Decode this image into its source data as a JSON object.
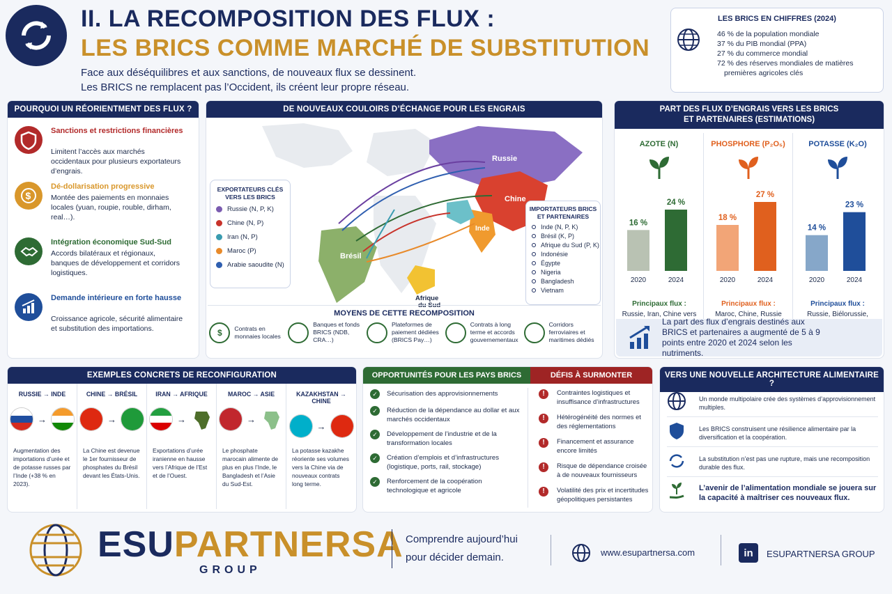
{
  "header": {
    "title1": "II. LA RECOMPOSITION DES FLUX :",
    "title2": "LES BRICS COMME MARCHÉ DE SUBSTITUTION",
    "sub1": "Face aux déséquilibres et aux sanctions, de nouveaux flux se dessinent.",
    "sub2": "Les BRICS ne remplacent pas l’Occident, ils créent leur propre réseau.",
    "icon": "refresh-cycle-icon"
  },
  "stats": {
    "title": "LES BRICS EN CHIFFRES (2024)",
    "items": [
      "46 % de la population mondiale",
      "37 % du PIB mondial (PPA)",
      "27 % du commerce mondial",
      "72 % des réserves mondiales de matières premières agricoles clés"
    ]
  },
  "why": {
    "title": "POURQUOI UN RÉORIENTMENT DES FLUX ?",
    "items": [
      {
        "t": "Sanctions et restrictions financières",
        "d": "Limitent l’accès aux marchés occidentaux pour plusieurs exportateurs d’engrais.",
        "color": "#b22a2a",
        "icon": "shield-icon"
      },
      {
        "t": "Dé-dollarisation progressive",
        "d": "Montée des paiements en monnaies locales (yuan, roupie, rouble, dirham, real…).",
        "color": "#d9972b",
        "icon": "dollar-coin-icon"
      },
      {
        "t": "Intégration économique Sud-Sud",
        "d": "Accords bilatéraux et régionaux, banques de développement et corridors logistiques.",
        "color": "#2e6b34",
        "icon": "handshake-icon"
      },
      {
        "t": "Demande intérieure en forte hausse",
        "d": "Croissance agricole, sécurité alimentaire et substitution des importations.",
        "color": "#1f4e9a",
        "icon": "growth-chart-icon"
      }
    ]
  },
  "map": {
    "title": "DE NOUVEAUX COULOIRS D’ÉCHANGE POUR LES ENGRAIS",
    "labels": {
      "russia": "Russie",
      "china": "Chine",
      "india": "Inde",
      "brazil": "Brésil",
      "africa1": "Afrique",
      "africa2": "du Sud"
    },
    "exporters_title": "EXPORTATEURS CLÉS VERS LES BRICS",
    "exporters": [
      {
        "n": "Russie (N, P, K)",
        "c": "#7a5bb0"
      },
      {
        "n": "Chine (N, P)",
        "c": "#c8332b"
      },
      {
        "n": "Iran (N, P)",
        "c": "#3a9cb0"
      },
      {
        "n": "Maroc (P)",
        "c": "#e88a2a"
      },
      {
        "n": "Arabie saoudite (N)",
        "c": "#2f5fb0"
      }
    ],
    "importers_title": "IMPORTATEURS BRICS ET PARTENAIRES",
    "importers": [
      "Inde (N, P, K)",
      "Brésil (K, P)",
      "Afrique du Sud (P, K)",
      "Indonésie",
      "Égypte",
      "Nigeria",
      "Bangladesh",
      "Vietnam"
    ]
  },
  "means": {
    "title": "MOYENS DE CETTE RECOMPOSITION",
    "items": [
      {
        "t": "Contrats en monnaies locales",
        "icon": "local-currency-icon"
      },
      {
        "t": "Banques et fonds BRICS (NDB, CRA…)",
        "icon": "bank-icon"
      },
      {
        "t": "Plateformes de paiement dédiées (BRICS Pay…)",
        "icon": "payment-network-icon"
      },
      {
        "t": "Contrats à long terme et accords gouvernementaux",
        "icon": "government-icon"
      },
      {
        "t": "Corridors ferroviaires et maritimes dédiés",
        "icon": "train-icon"
      }
    ]
  },
  "share": {
    "title1": "PART DES FLUX D’ENGRAIS VERS LES BRICS",
    "title2": "ET PARTENAIRES (ESTIMATIONS)",
    "groups": [
      {
        "name": "AZOTE (N)",
        "c": "#2e6b34",
        "light": "#b9c2b3",
        "icon": "leaf-sprout-icon",
        "flows_t": "Principaux flux :",
        "flows": "Russie, Iran, Chine vers Inde, Brésil, Afrique, Asie du Sud"
      },
      {
        "name": "PHOSPHORE (P₂O₅)",
        "c": "#e0601e",
        "light": "#f2a577",
        "icon": "tree-sprout-icon",
        "flows_t": "Principaux flux :",
        "flows": "Maroc, Chine, Russie vers Inde, Brésil, Afrique, Asie du Sud"
      },
      {
        "name": "POTASSE (K₂O)",
        "c": "#1f4e9a",
        "light": "#86a7c9",
        "icon": "plant-icon",
        "flows_t": "Principaux flux :",
        "flows": "Russie, Biélorussie, Canada (via Asie) vers Brésil, Inde, Chine"
      }
    ],
    "note": "La part des flux d’engrais destinés aux BRICS et partenaires a augmenté de 5 à 9 points entre 2020 et 2024 selon les nutriments."
  },
  "chart_data": {
    "type": "bar",
    "categories": [
      "2020",
      "2024"
    ],
    "series": [
      {
        "name": "AZOTE (N)",
        "values": [
          16,
          24
        ],
        "labels": [
          "16 %",
          "24 %"
        ]
      },
      {
        "name": "PHOSPHORE (P₂O₅)",
        "values": [
          18,
          27
        ],
        "labels": [
          "18 %",
          "27 %"
        ]
      },
      {
        "name": "POTASSE (K₂O)",
        "values": [
          14,
          23
        ],
        "labels": [
          "14 %",
          "23 %"
        ]
      }
    ],
    "ylim": [
      0,
      30
    ]
  },
  "examples": {
    "title": "EXEMPLES CONCRETS DE RECONFIGURATION",
    "items": [
      {
        "route": "RUSSIE → INDE",
        "d": "Augmentation des importations d’urée et de potasse russes par l’Inde (+38 % en 2023).",
        "f1": "russia-flag",
        "f2": "india-flag"
      },
      {
        "route": "CHINE → BRÉSIL",
        "d": "La Chine est devenue le 1er fournisseur de phosphates du Brésil devant les États-Unis.",
        "f1": "china-flag",
        "f2": "brazil-flag"
      },
      {
        "route": "IRAN → AFRIQUE",
        "d": "Exportations d’urée iranienne en hausse vers l’Afrique de l’Est et de l’Ouest.",
        "f1": "iran-flag",
        "f2": "africa-map"
      },
      {
        "route": "MAROC → ASIE",
        "d": "Le phosphate marocain alimente de plus en plus l’Inde, le Bangladesh et l’Asie du Sud-Est.",
        "f1": "morocco-flag",
        "f2": "asia-map"
      },
      {
        "route": "KAZAKHSTAN → CHINE",
        "d": "La potasse kazakhe réoriente ses volumes vers la Chine via de nouveaux contrats long terme.",
        "f1": "kazakhstan-flag",
        "f2": "china-flag"
      }
    ]
  },
  "opp": {
    "title": "OPPORTUNITÉS POUR LES PAYS BRICS",
    "items": [
      "Sécurisation des approvisionnements",
      "Réduction de la dépendance au dollar et aux marchés occidentaux",
      "Développement de l’industrie et de la transformation locales",
      "Création d’emplois et d’infrastructures (logistique, ports, rail, stockage)",
      "Renforcement de la coopération technologique et agricole"
    ]
  },
  "chal": {
    "title": "DÉFIS À SURMONTER",
    "items": [
      "Contraintes logistiques et insuffisance d’infrastructures",
      "Hétérogénéité des normes et des réglementations",
      "Financement et assurance encore limités",
      "Risque de dépendance croisée à de nouveaux fournisseurs",
      "Volatilité des prix et incertitudes géopolitiques persistantes"
    ]
  },
  "arch": {
    "title": "VERS UNE NOUVELLE ARCHITECTURE ALIMENTAIRE ?",
    "items": [
      {
        "t": "Un monde multipolaire crée des systèmes d’approvisionnement multiples.",
        "icon": "globe-icon"
      },
      {
        "t": "Les BRICS construisent une résilience alimentaire par la diversification et la coopération.",
        "icon": "shield-icon"
      },
      {
        "t": "La substitution n’est pas une rupture, mais une recomposition durable des flux.",
        "icon": "refresh-icon"
      },
      {
        "t": "L’avenir de l’alimentation mondiale se jouera sur la capacité à maîtriser ces nouveaux flux.",
        "icon": "hand-plant-icon"
      }
    ]
  },
  "footer": {
    "brand1": "ESU",
    "brand2": "PARTNERSA",
    "group": "GROUP",
    "tag1": "Comprendre aujourd’hui",
    "tag2": "pour décider demain.",
    "web": "www.esupartnersa.com",
    "li": "ESUPARTNERSA GROUP"
  }
}
